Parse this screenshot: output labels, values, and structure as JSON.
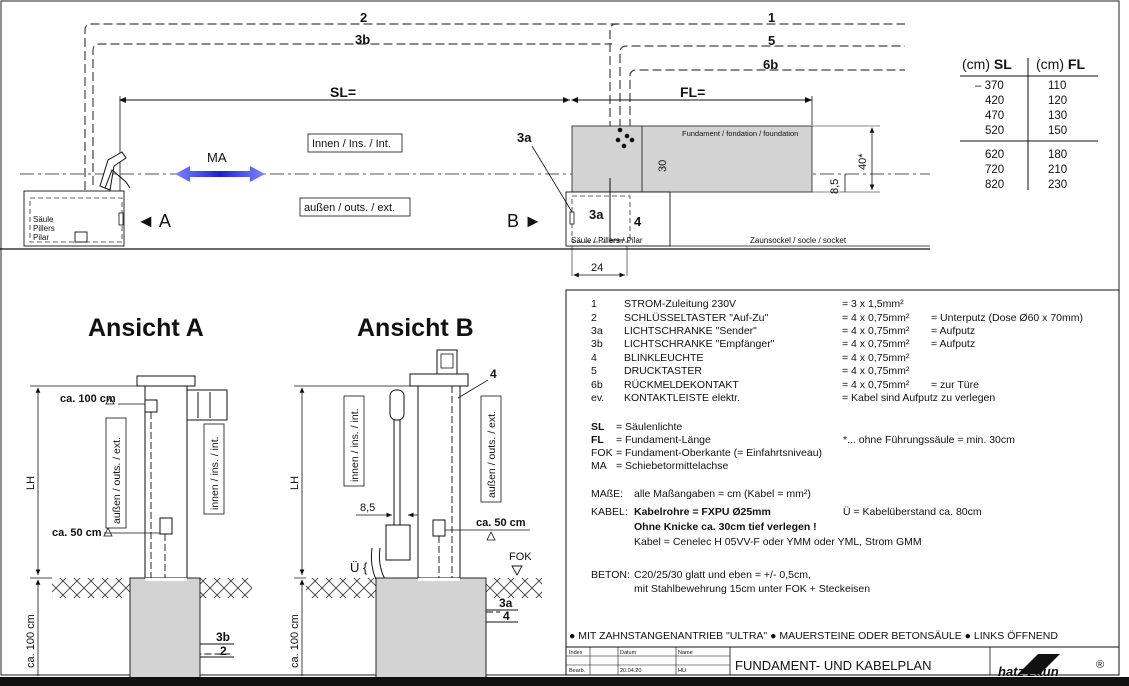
{
  "plan": {
    "cables_top": [
      "2",
      "3b",
      "1",
      "5",
      "6b"
    ],
    "sl_label": "SL=",
    "fl_label": "FL=",
    "ma_label": "MA",
    "inside_label": "Innen / Ins. / Int.",
    "outside_label": "außen / outs. / ext.",
    "foundation_label": "Fundament / fondation / foundation",
    "label_3a_top": "3a",
    "label_3a_box": "3a",
    "label_4": "4",
    "dim_30": "30",
    "dim_40": "40*",
    "dim_85": "8,5",
    "dim_24": "24",
    "pillar_lines": [
      "Säule",
      "Pillers",
      "Pilar"
    ],
    "pillar_b": "Säule / Pillers / Pilar",
    "zaunsockel": "Zaunsockel / socle / socket",
    "view_a": "◄ A",
    "view_b": "B ►"
  },
  "size_table": {
    "head_sl_unit": "(cm)",
    "head_sl": "SL",
    "head_fl_unit": "(cm)",
    "head_fl": "FL",
    "rows_top": [
      [
        "– 370",
        "110"
      ],
      [
        "420",
        "120"
      ],
      [
        "470",
        "130"
      ],
      [
        "520",
        "150"
      ]
    ],
    "rows_bottom": [
      [
        "620",
        "180"
      ],
      [
        "720",
        "210"
      ],
      [
        "820",
        "230"
      ]
    ]
  },
  "view_a": {
    "title": "Ansicht A",
    "lh": "LH",
    "ca100": "ca. 100 cm",
    "ca50": "ca. 50 cm",
    "outside": "außen / outs. / ext.",
    "inside": "innen / ins. / int.",
    "depth": "ca. 100 cm",
    "l3b": "3b",
    "l2": "2"
  },
  "view_b": {
    "title": "Ansicht B",
    "lh": "LH",
    "inside": "innen / ins. / int.",
    "outside": "außen / outs. / ext.",
    "d85": "8,5",
    "ca50": "ca. 50 cm",
    "l4": "4",
    "u": "Ü {",
    "fok": "FOK",
    "l3a": "3a",
    "l4b": "4",
    "depth": "ca. 100 cm"
  },
  "legend": {
    "items": [
      {
        "key": "1",
        "name": "STROM-Zuleitung 230V",
        "spec": "= 3 x 1,5mm²",
        "note": ""
      },
      {
        "key": "2",
        "name": "SCHLÜSSELTASTER \"Auf-Zu\"",
        "spec": "= 4 x 0,75mm²",
        "note": "= Unterputz (Dose Ø60 x 70mm)"
      },
      {
        "key": "3a",
        "name": "LICHTSCHRANKE \"Sender\"",
        "spec": "= 4 x 0,75mm²",
        "note": "= Aufputz"
      },
      {
        "key": "3b",
        "name": "LICHTSCHRANKE \"Empfänger\"",
        "spec": "= 4 x 0,75mm²",
        "note": "= Aufputz"
      },
      {
        "key": "4",
        "name": "BLINKLEUCHTE",
        "spec": "= 4 x 0,75mm²",
        "note": ""
      },
      {
        "key": "5",
        "name": "DRUCKTASTER",
        "spec": "= 4 x 0,75mm²",
        "note": ""
      },
      {
        "key": "6b",
        "name": "RÜCKMELDEKONTAKT",
        "spec": "= 4 x 0,75mm²",
        "note": "= zur Türe"
      },
      {
        "key": "ev.",
        "name": "KONTAKTLEISTE elektr.",
        "spec": "= Kabel sind Aufputz zu verlegen",
        "note": ""
      }
    ],
    "abbr": [
      {
        "key": "SL",
        "text": "= Säulenlichte"
      },
      {
        "key": "FL",
        "text": "= Fundament-Länge"
      },
      {
        "key": "FOK",
        "text": "= Fundament-Oberkante (= Einfahrtsniveau)"
      },
      {
        "key": "MA",
        "text": "= Schiebetormittelachse"
      }
    ],
    "abbr_note": "*... ohne Führungssäule = min. 30cm",
    "masse_label": "MAßE:",
    "masse_text": "alle Maßangaben = cm (Kabel = mm²)",
    "kabel_label": "KABEL:",
    "kabel_1": "Kabelrohre = FXPU Ø25mm",
    "kabel_1_note": "Ü = Kabelüberstand ca. 80cm",
    "kabel_2": "Ohne Knicke ca. 30cm tief verlegen !",
    "kabel_3": "Kabel = Cenelec H 05VV-F oder YMM oder YML, Strom GMM",
    "beton_label": "BETON:",
    "beton_1": "C20/25/30 glatt und eben = +/- 0,5cm,",
    "beton_2": "mit Stahlbewehrung 15cm unter FOK + Steckeisen",
    "footer_note": "● MIT ZAHNSTANGENANTRIEB \"ULTRA\" ● MAUERSTEINE ODER BETONSÄULE ● LINKS ÖFFNEND"
  },
  "titleblock": {
    "index_label": "Index",
    "datum_label": "Datum",
    "name_label": "Name",
    "bearb_label": "Bearb.",
    "date": "20.04.20",
    "name": "HU",
    "title": "FUNDAMENT- UND KABELPLAN",
    "logo_text": "hatz Zaun",
    "registered": "®"
  }
}
